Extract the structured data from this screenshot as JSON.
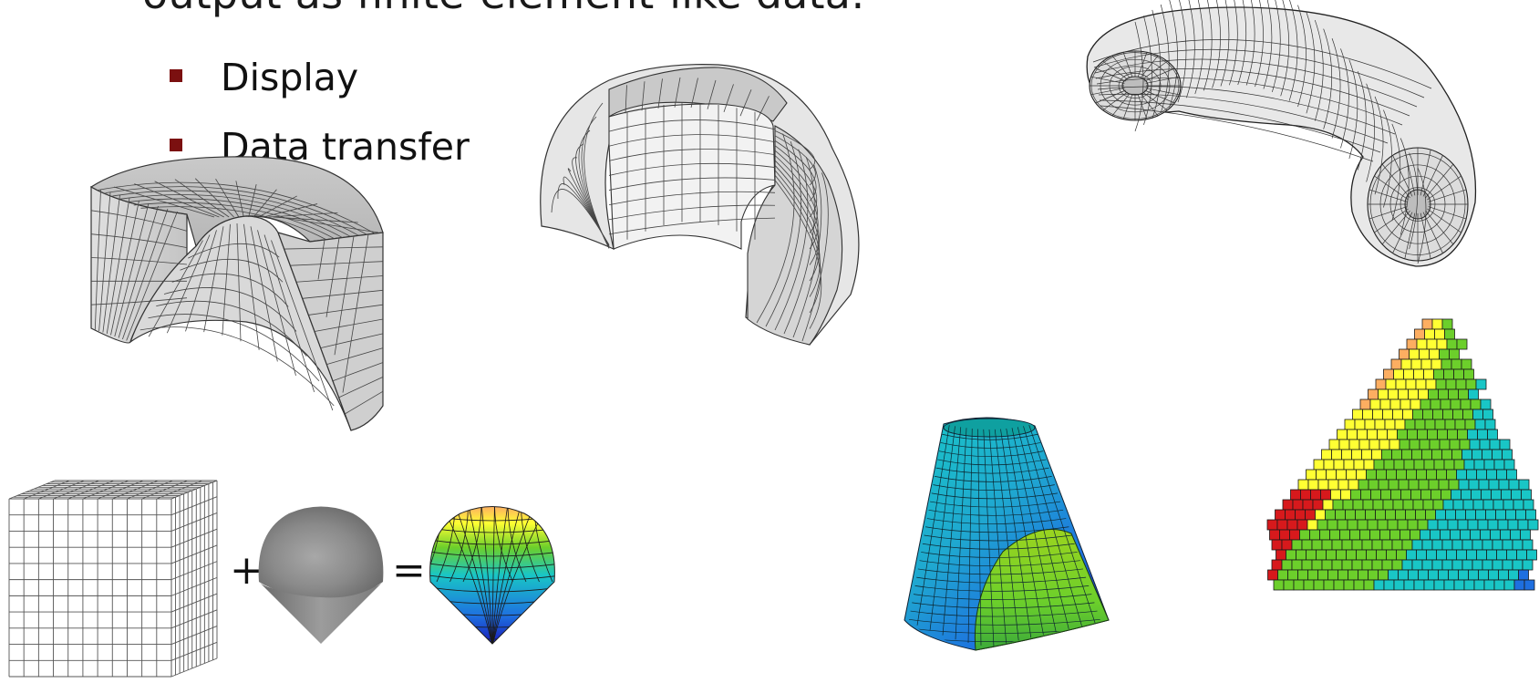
{
  "slide": {
    "heading": "output as finite-element-like data:",
    "bullets": [
      {
        "label": "Display"
      },
      {
        "label": "Data transfer"
      }
    ],
    "operators": {
      "plus": "+",
      "equals": "="
    },
    "colors": {
      "bullet_marker": "#7b1010",
      "mesh_fill": "#d2d2d2",
      "mesh_line": "#3a3a3a",
      "field_colormap": [
        "#d7191c",
        "#fdae61",
        "#ffff33",
        "#6ccf2b",
        "#19c6c6",
        "#1e6fe0",
        "#1a1ab8"
      ]
    },
    "figures": [
      {
        "id": "cylinder-wedge-mesh",
        "icon": "hex-mesh"
      },
      {
        "id": "hemisphere-shell-mesh",
        "icon": "hex-mesh"
      },
      {
        "id": "torus-segment-mesh",
        "icon": "hex-mesh"
      },
      {
        "id": "cube-grid",
        "icon": "grid"
      },
      {
        "id": "bulb-solid",
        "icon": "solid"
      },
      {
        "id": "bulb-field",
        "icon": "colored-mesh"
      },
      {
        "id": "cone-field",
        "icon": "colored-mesh"
      },
      {
        "id": "voxel-field",
        "icon": "colored-voxels"
      }
    ]
  }
}
